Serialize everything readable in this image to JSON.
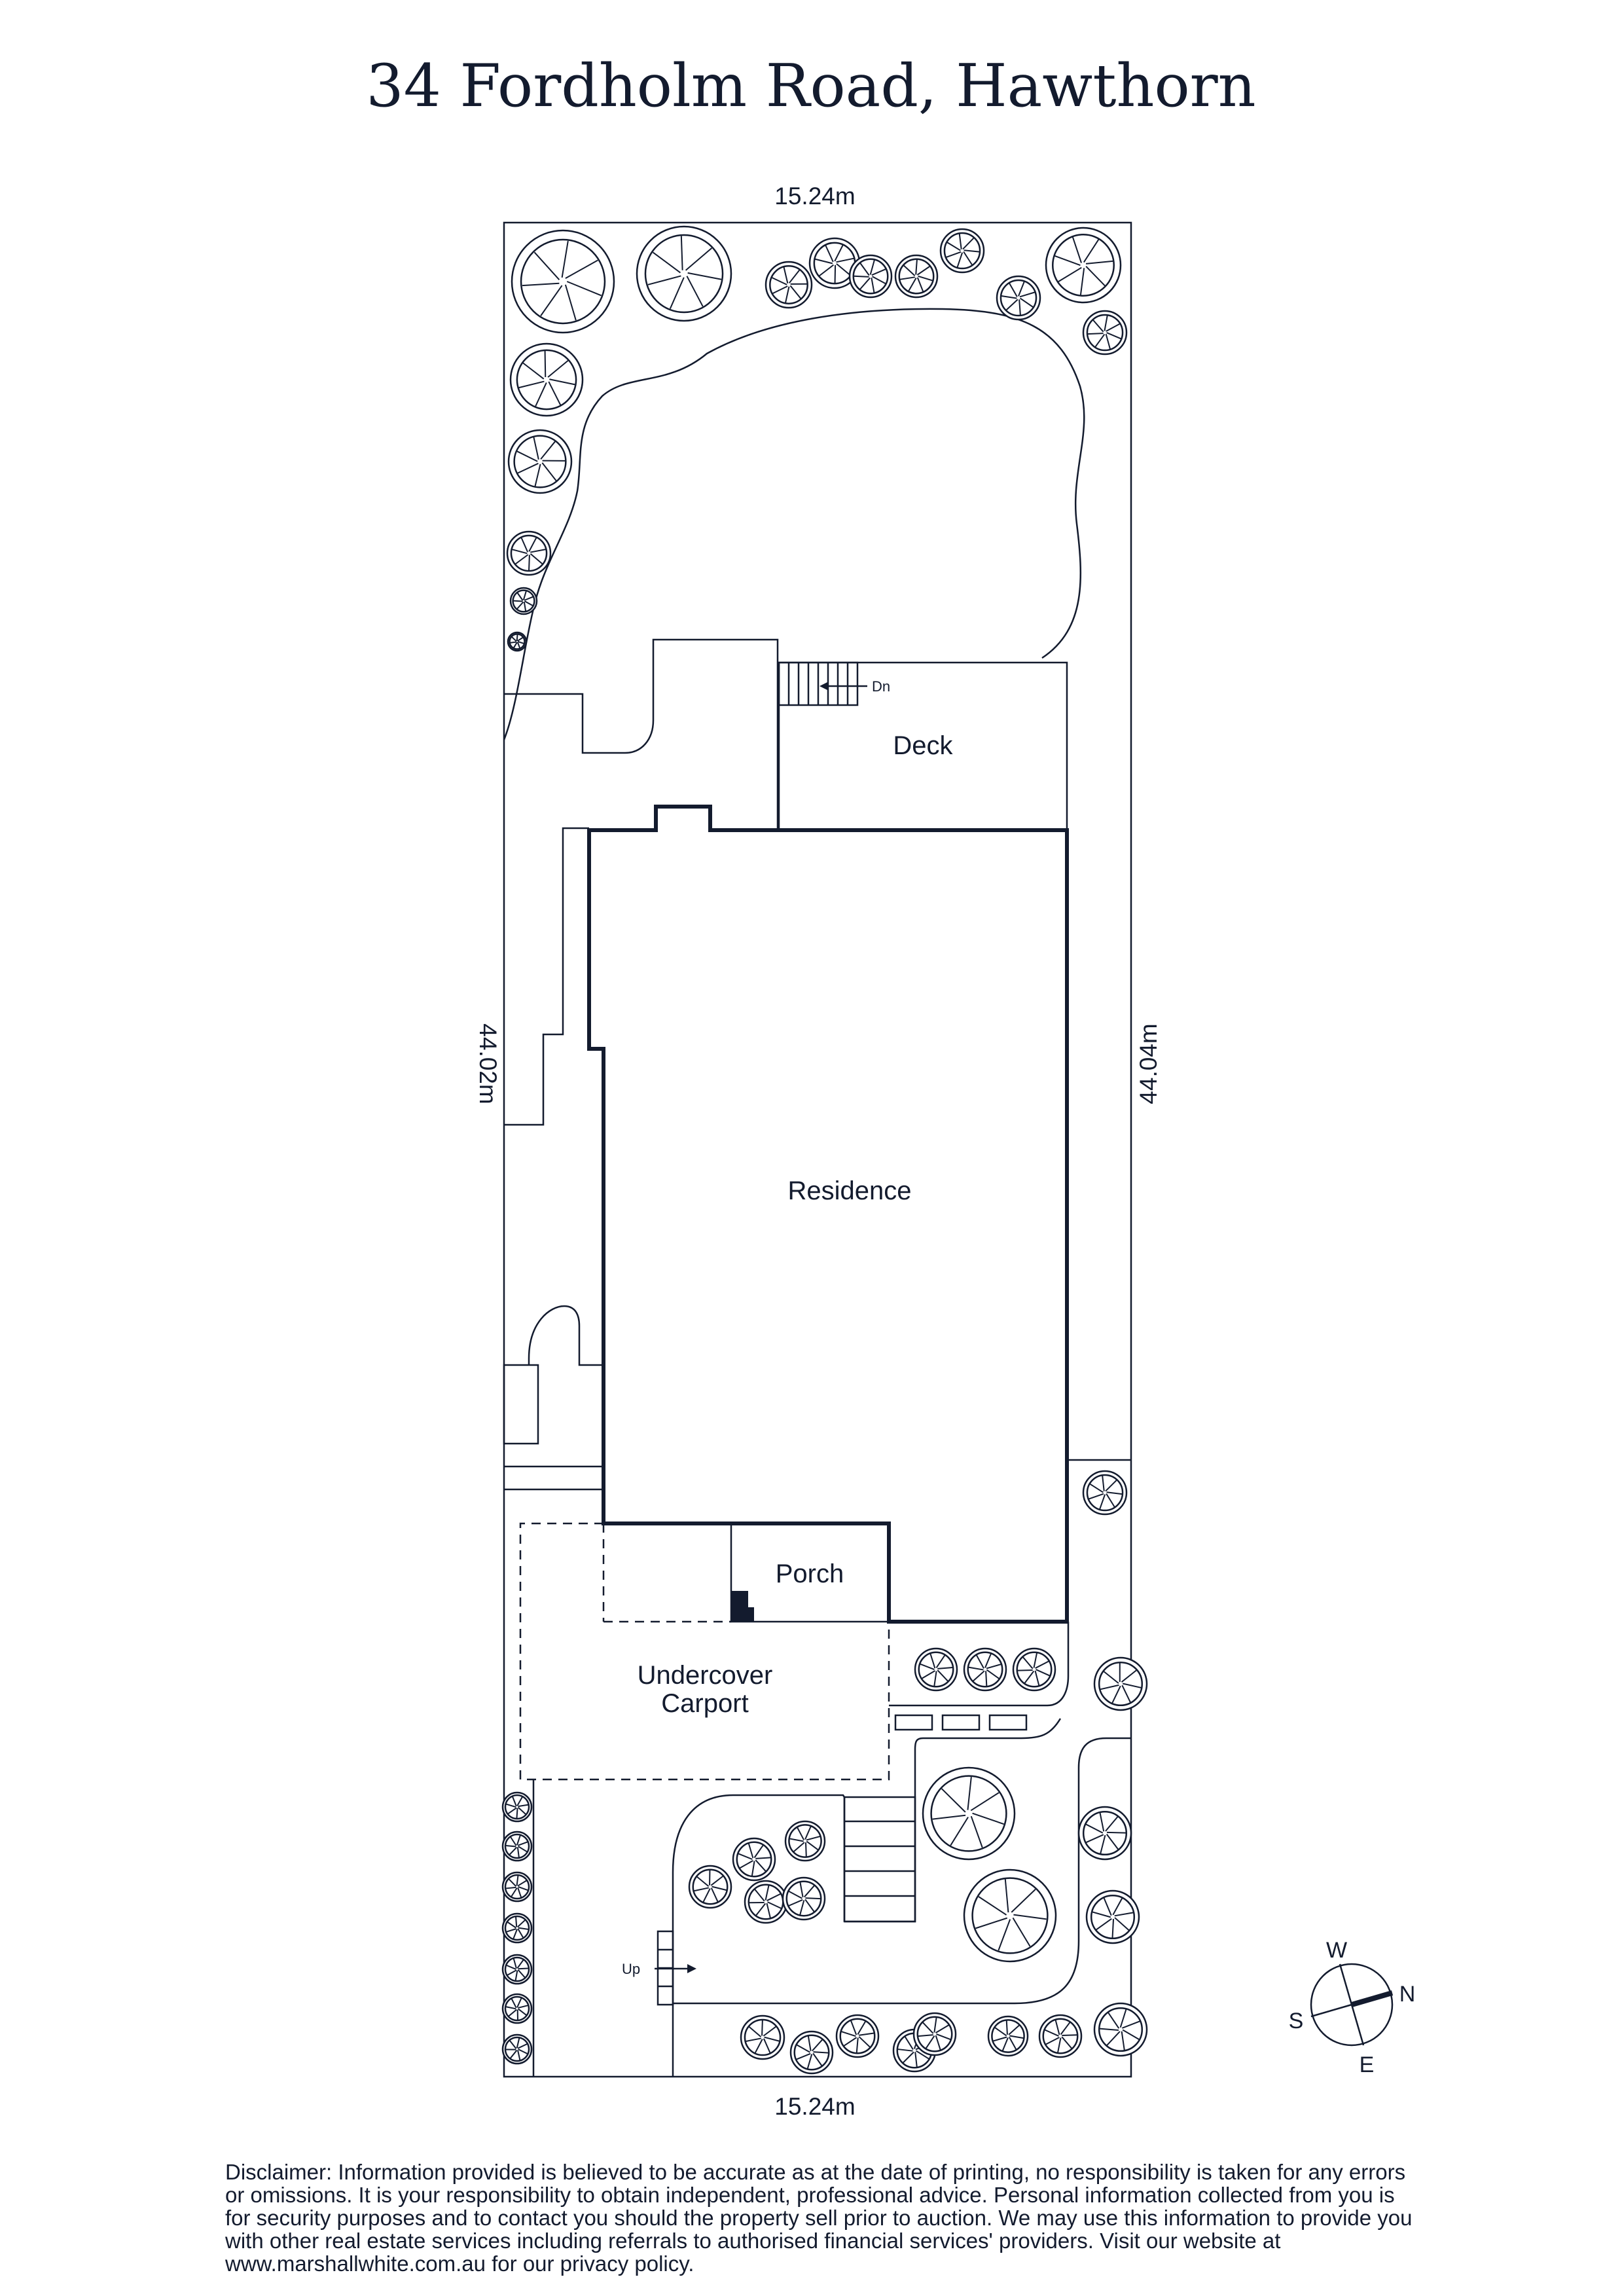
{
  "title": "34 Fordholm Road, Hawthorn",
  "dimensions": {
    "top": "15.24m",
    "bottom": "15.24m",
    "left": "44.02m",
    "right": "44.04m"
  },
  "rooms": {
    "deck": "Deck",
    "residence": "Residence",
    "porch": "Porch",
    "carport_line1": "Undercover",
    "carport_line2": "Carport"
  },
  "stairs": {
    "down": "Dn",
    "up": "Up"
  },
  "compass": {
    "w": "W",
    "n": "N",
    "s": "S",
    "e": "E"
  },
  "disclaimer": "Disclaimer: Information provided is believed to be accurate as at the date of printing, no responsibility is taken for any errors or omissions. It is your responsibility to obtain independent, professional advice. Personal information collected from you is for security purposes and to contact you should the property sell prior to auction. We may use this information to provide you with other real estate services including referrals to authorised financial services' providers. Visit our website at www.marshallwhite.com.au for our privacy policy.",
  "colors": {
    "ink": "#131b2e"
  }
}
